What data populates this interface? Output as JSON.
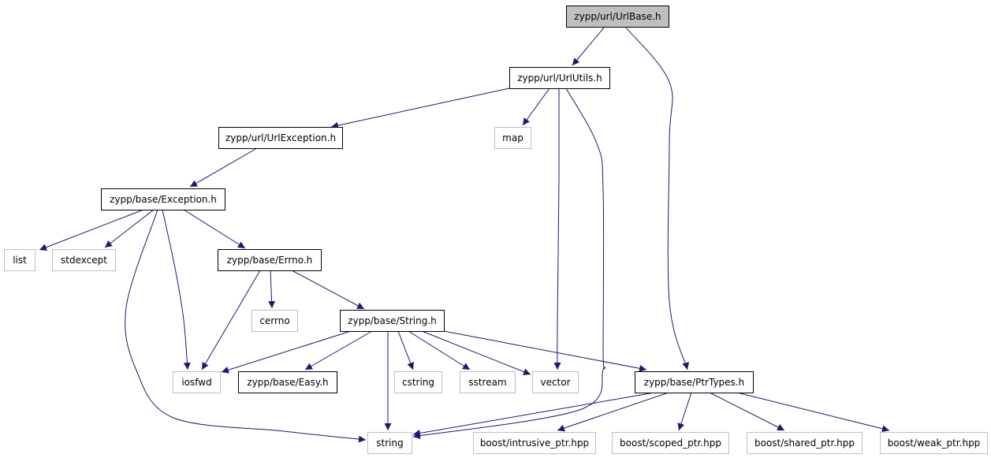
{
  "colors": {
    "edge": "#191970",
    "root_fill": "#bfbfbf",
    "internal_border": "#000000",
    "external_border": "#bfbfbf",
    "background": "#ffffff"
  },
  "nodes": {
    "urlbase": {
      "label": "zypp/url/UrlBase.h",
      "kind": "root"
    },
    "urlutils": {
      "label": "zypp/url/UrlUtils.h",
      "kind": "internal"
    },
    "urlexception": {
      "label": "zypp/url/UrlException.h",
      "kind": "internal"
    },
    "map": {
      "label": "map",
      "kind": "external"
    },
    "exception": {
      "label": "zypp/base/Exception.h",
      "kind": "internal"
    },
    "list": {
      "label": "list",
      "kind": "external"
    },
    "stdexcept": {
      "label": "stdexcept",
      "kind": "external"
    },
    "errno": {
      "label": "zypp/base/Errno.h",
      "kind": "internal"
    },
    "cerrno": {
      "label": "cerrno",
      "kind": "external"
    },
    "string_h": {
      "label": "zypp/base/String.h",
      "kind": "internal"
    },
    "iosfwd": {
      "label": "iosfwd",
      "kind": "external"
    },
    "easy": {
      "label": "zypp/base/Easy.h",
      "kind": "internal"
    },
    "cstring": {
      "label": "cstring",
      "kind": "external"
    },
    "sstream": {
      "label": "sstream",
      "kind": "external"
    },
    "vector": {
      "label": "vector",
      "kind": "external"
    },
    "ptrtypes": {
      "label": "zypp/base/PtrTypes.h",
      "kind": "internal"
    },
    "string": {
      "label": "string",
      "kind": "external"
    },
    "intrusive": {
      "label": "boost/intrusive_ptr.hpp",
      "kind": "external"
    },
    "scoped": {
      "label": "boost/scoped_ptr.hpp",
      "kind": "external"
    },
    "shared": {
      "label": "boost/shared_ptr.hpp",
      "kind": "external"
    },
    "weak": {
      "label": "boost/weak_ptr.hpp",
      "kind": "external"
    }
  },
  "edges": [
    [
      "urlbase",
      "urlutils"
    ],
    [
      "urlbase",
      "ptrtypes"
    ],
    [
      "urlutils",
      "urlexception"
    ],
    [
      "urlutils",
      "map"
    ],
    [
      "urlutils",
      "vector"
    ],
    [
      "urlutils",
      "string"
    ],
    [
      "urlexception",
      "exception"
    ],
    [
      "exception",
      "list"
    ],
    [
      "exception",
      "stdexcept"
    ],
    [
      "exception",
      "errno"
    ],
    [
      "exception",
      "iosfwd"
    ],
    [
      "exception",
      "string"
    ],
    [
      "errno",
      "iosfwd"
    ],
    [
      "errno",
      "cerrno"
    ],
    [
      "errno",
      "string_h"
    ],
    [
      "string_h",
      "iosfwd"
    ],
    [
      "string_h",
      "easy"
    ],
    [
      "string_h",
      "string"
    ],
    [
      "string_h",
      "cstring"
    ],
    [
      "string_h",
      "sstream"
    ],
    [
      "string_h",
      "vector"
    ],
    [
      "string_h",
      "ptrtypes"
    ],
    [
      "ptrtypes",
      "string"
    ],
    [
      "ptrtypes",
      "intrusive"
    ],
    [
      "ptrtypes",
      "scoped"
    ],
    [
      "ptrtypes",
      "shared"
    ],
    [
      "ptrtypes",
      "weak"
    ]
  ]
}
